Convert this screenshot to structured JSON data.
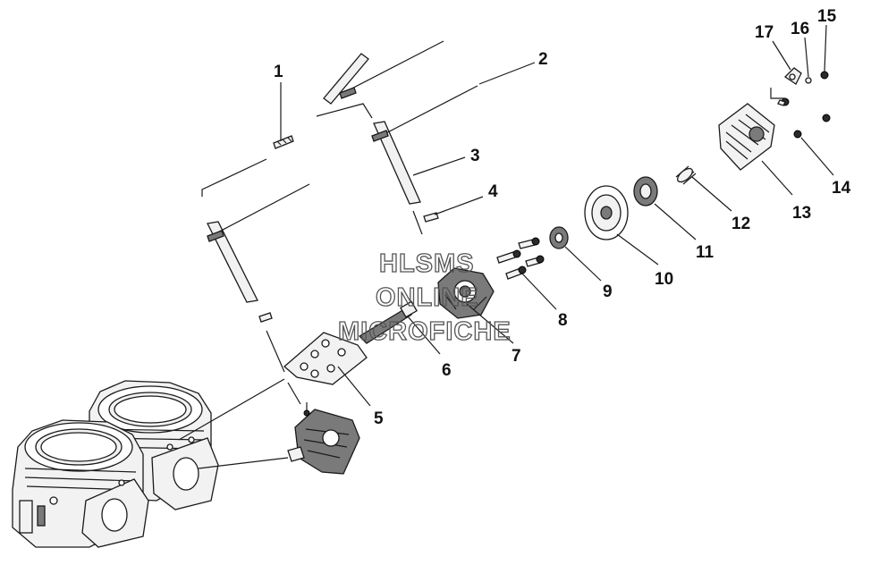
{
  "callouts": [
    {
      "id": "1",
      "label": "1"
    },
    {
      "id": "2",
      "label": "2"
    },
    {
      "id": "3",
      "label": "3"
    },
    {
      "id": "4",
      "label": "4"
    },
    {
      "id": "5",
      "label": "5"
    },
    {
      "id": "6",
      "label": "6"
    },
    {
      "id": "7",
      "label": "7"
    },
    {
      "id": "8",
      "label": "8"
    },
    {
      "id": "9",
      "label": "9"
    },
    {
      "id": "10",
      "label": "10"
    },
    {
      "id": "11",
      "label": "11"
    },
    {
      "id": "12",
      "label": "12"
    },
    {
      "id": "13",
      "label": "13"
    },
    {
      "id": "14",
      "label": "14"
    },
    {
      "id": "15",
      "label": "15"
    },
    {
      "id": "16",
      "label": "16"
    },
    {
      "id": "17",
      "label": "17"
    }
  ],
  "watermark": {
    "line1": "HLSMS",
    "line2": "ONLINE",
    "line3": "MICROFICHE"
  }
}
